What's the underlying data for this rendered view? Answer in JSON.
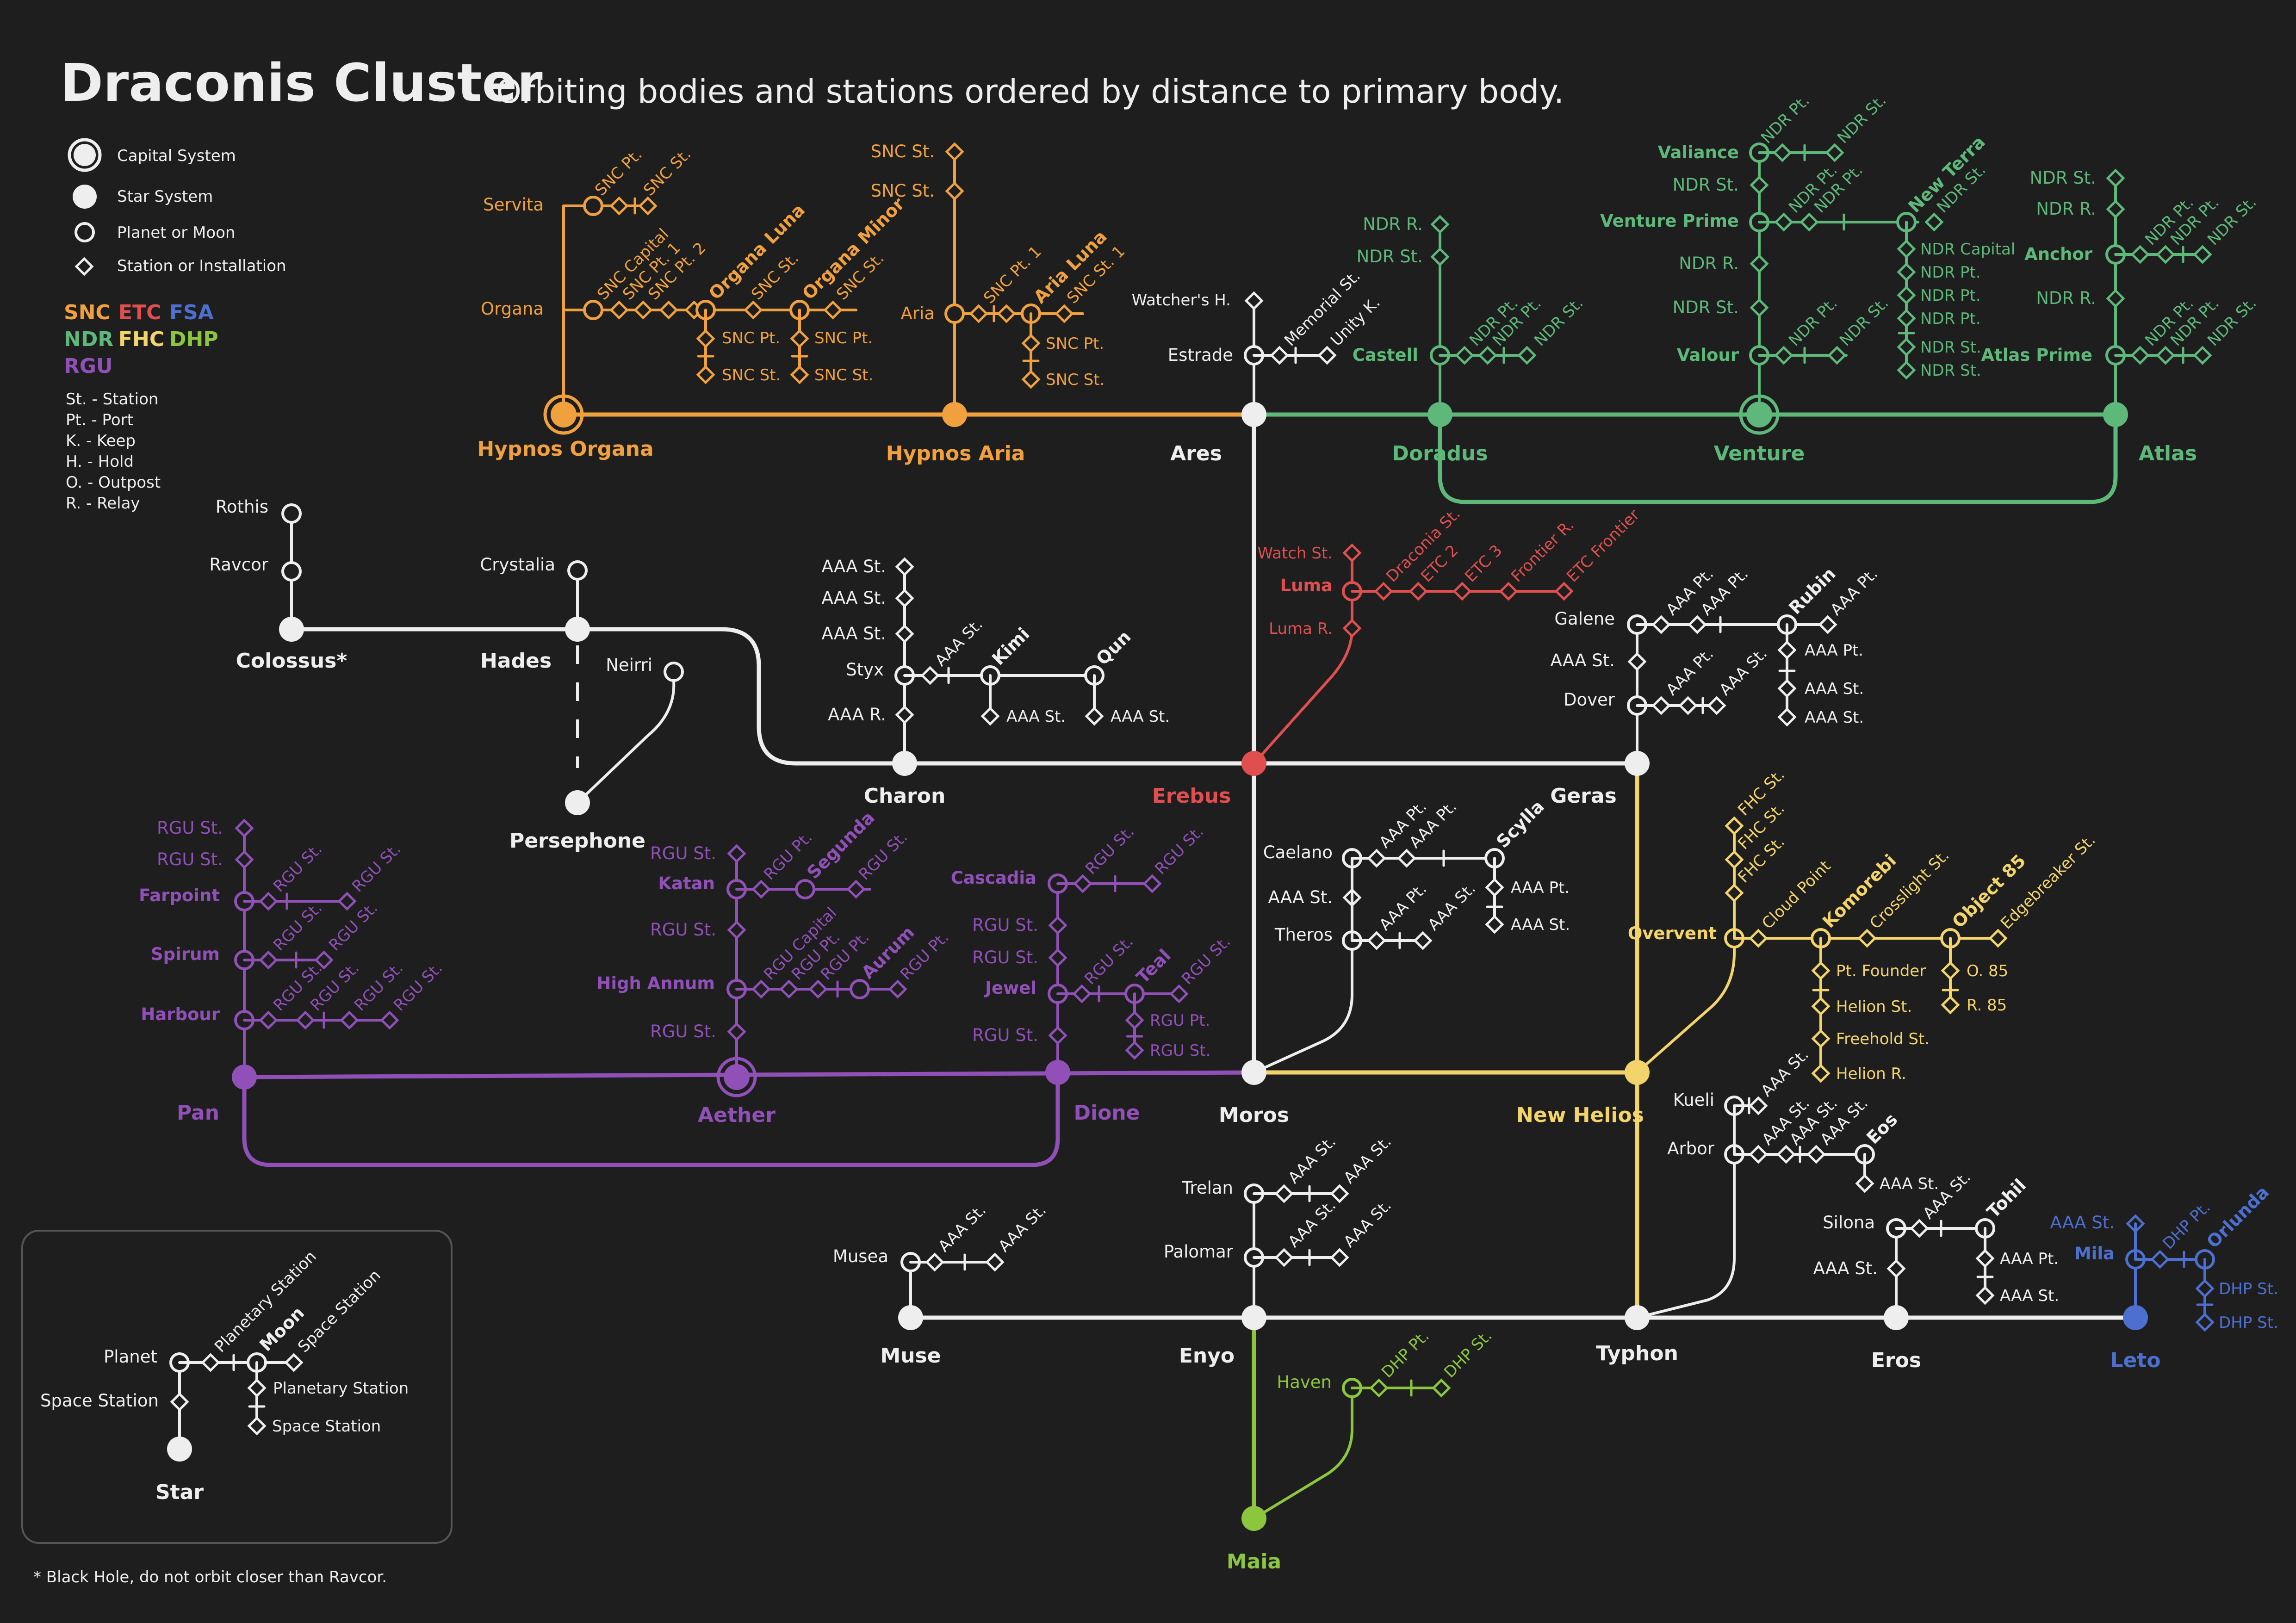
{
  "title": "Draconis Cluster",
  "subtitle": "Orbiting bodies and stations ordered by distance to primary body.",
  "legend": {
    "capital_system": "Capital System",
    "star_system": "Star System",
    "planet_or_moon": "Planet or Moon",
    "station_or_installation": "Station or Installation",
    "factions": [
      {
        "code": "SNC",
        "color": "#f0a13e"
      },
      {
        "code": "ETC",
        "color": "#e04f4f"
      },
      {
        "code": "FSA",
        "color": "#4d6fd0"
      },
      {
        "code": "NDR",
        "color": "#5db87a"
      },
      {
        "code": "FHC",
        "color": "#f2d46a"
      },
      {
        "code": "DHP",
        "color": "#8cc63f"
      },
      {
        "code": "RGU",
        "color": "#9050b8"
      }
    ],
    "abbreviations": [
      "St. - Station",
      "Pt. - Port",
      "K. - Keep",
      "H. - Hold",
      "O. - Outpost",
      "R. - Relay"
    ]
  },
  "key_box": {
    "planet": "Planet",
    "planetary_station": "Planetary Station",
    "moon": "Moon",
    "space_station": "Space Station",
    "moon_planetary_station": "Planetary Station",
    "moon_space_station": "Space Station",
    "space_station_left": "Space Station",
    "star": "Star"
  },
  "footnote": "* Black Hole, do not orbit closer than Ravcor.",
  "colors": {
    "background": "#1e1e1e",
    "white": "#eeeeee",
    "snc": "#f0a13e",
    "etc": "#e04f4f",
    "fsa": "#4d6fd0",
    "ndr": "#5db87a",
    "fhc": "#f2d46a",
    "dhp": "#8cc63f",
    "rgu": "#9050b8"
  },
  "systems": {
    "hypnos_organa": "Hypnos Organa",
    "hypnos_aria": "Hypnos Aria",
    "ares": "Ares",
    "doradus": "Doradus",
    "venture": "Venture",
    "atlas": "Atlas",
    "colossus": "Colossus*",
    "hades": "Hades",
    "persephone": "Persephone",
    "charon": "Charon",
    "erebus": "Erebus",
    "geras": "Geras",
    "pan": "Pan",
    "aether": "Aether",
    "dione": "Dione",
    "moros": "Moros",
    "new_helios": "New Helios",
    "muse": "Muse",
    "enyo": "Enyo",
    "typhon": "Typhon",
    "eros": "Eros",
    "leto": "Leto",
    "maia": "Maia"
  },
  "bodies": {
    "servita": "Servita",
    "organa": "Organa",
    "organa_luna": "Organa Luna",
    "organa_minor": "Organa Minor",
    "aria": "Aria",
    "aria_luna": "Aria Luna",
    "watchers_h": "Watcher's H.",
    "estrade": "Estrade",
    "memorial_st": "Memorial St.",
    "unity_k": "Unity K.",
    "castell": "Castell",
    "valiance": "Valiance",
    "venture_prime": "Venture Prime",
    "new_terra": "New Terra",
    "valour": "Valour",
    "anchor": "Anchor",
    "atlas_prime": "Atlas Prime",
    "rothis": "Rothis",
    "ravcor": "Ravcor",
    "crystalia": "Crystalia",
    "neirri": "Neirri",
    "styx": "Styx",
    "kimi": "Kimi",
    "qun": "Qun",
    "watch_st": "Watch St.",
    "luma": "Luma",
    "luma_r": "Luma R.",
    "draconia_st": "Draconia St.",
    "etc_2": "ETC 2",
    "etc_3": "ETC 3",
    "frontier_r": "Frontier R.",
    "etc_frontier": "ETC Frontier",
    "galene": "Galene",
    "rubin": "Rubin",
    "dover": "Dover",
    "farpoint": "Farpoint",
    "spirum": "Spirum",
    "harbour": "Harbour",
    "katan": "Katan",
    "segunda": "Segunda",
    "high_annum": "High Annum",
    "aurum": "Aurum",
    "rgu_capital": "RGU Capital",
    "cascadia": "Cascadia",
    "jewel": "Jewel",
    "teal": "Teal",
    "caelano": "Caelano",
    "scylla": "Scylla",
    "theros": "Theros",
    "overvent": "Overvent",
    "cloud_point": "Cloud Point",
    "komorebi": "Komorebi",
    "crosslight_st": "Crosslight St.",
    "object_85": "Object 85",
    "edgebreaker_st": "Edgebreaker St.",
    "pt_founder": "Pt. Founder",
    "helion_st": "Helion St.",
    "freehold_st": "Freehold St.",
    "helion_r": "Helion R.",
    "o_85": "O. 85",
    "r_85": "R. 85",
    "kueli": "Kueli",
    "arbor": "Arbor",
    "eos": "Eos",
    "trelan": "Trelan",
    "palomar": "Palomar",
    "musea": "Musea",
    "silona": "Silona",
    "tohil": "Tohil",
    "mila": "Mila",
    "orlunda": "Orlunda",
    "haven": "Haven",
    "ndr_capital": "NDR Capital"
  },
  "station_labels": {
    "snc_st": "SNC St.",
    "snc_pt": "SNC Pt.",
    "snc_pt_1": "SNC Pt. 1",
    "snc_pt_2": "SNC Pt. 2",
    "snc_capital": "SNC Capital",
    "snc_st_1": "SNC St. 1",
    "ndr_st": "NDR St.",
    "ndr_pt": "NDR Pt.",
    "ndr_r": "NDR R.",
    "aaa_st": "AAA St.",
    "aaa_pt": "AAA Pt.",
    "aaa_r": "AAA R.",
    "rgu_st": "RGU St.",
    "rgu_pt": "RGU Pt.",
    "fhc_st": "FHC St.",
    "dhp_st": "DHP St.",
    "dhp_pt": "DHP Pt."
  }
}
